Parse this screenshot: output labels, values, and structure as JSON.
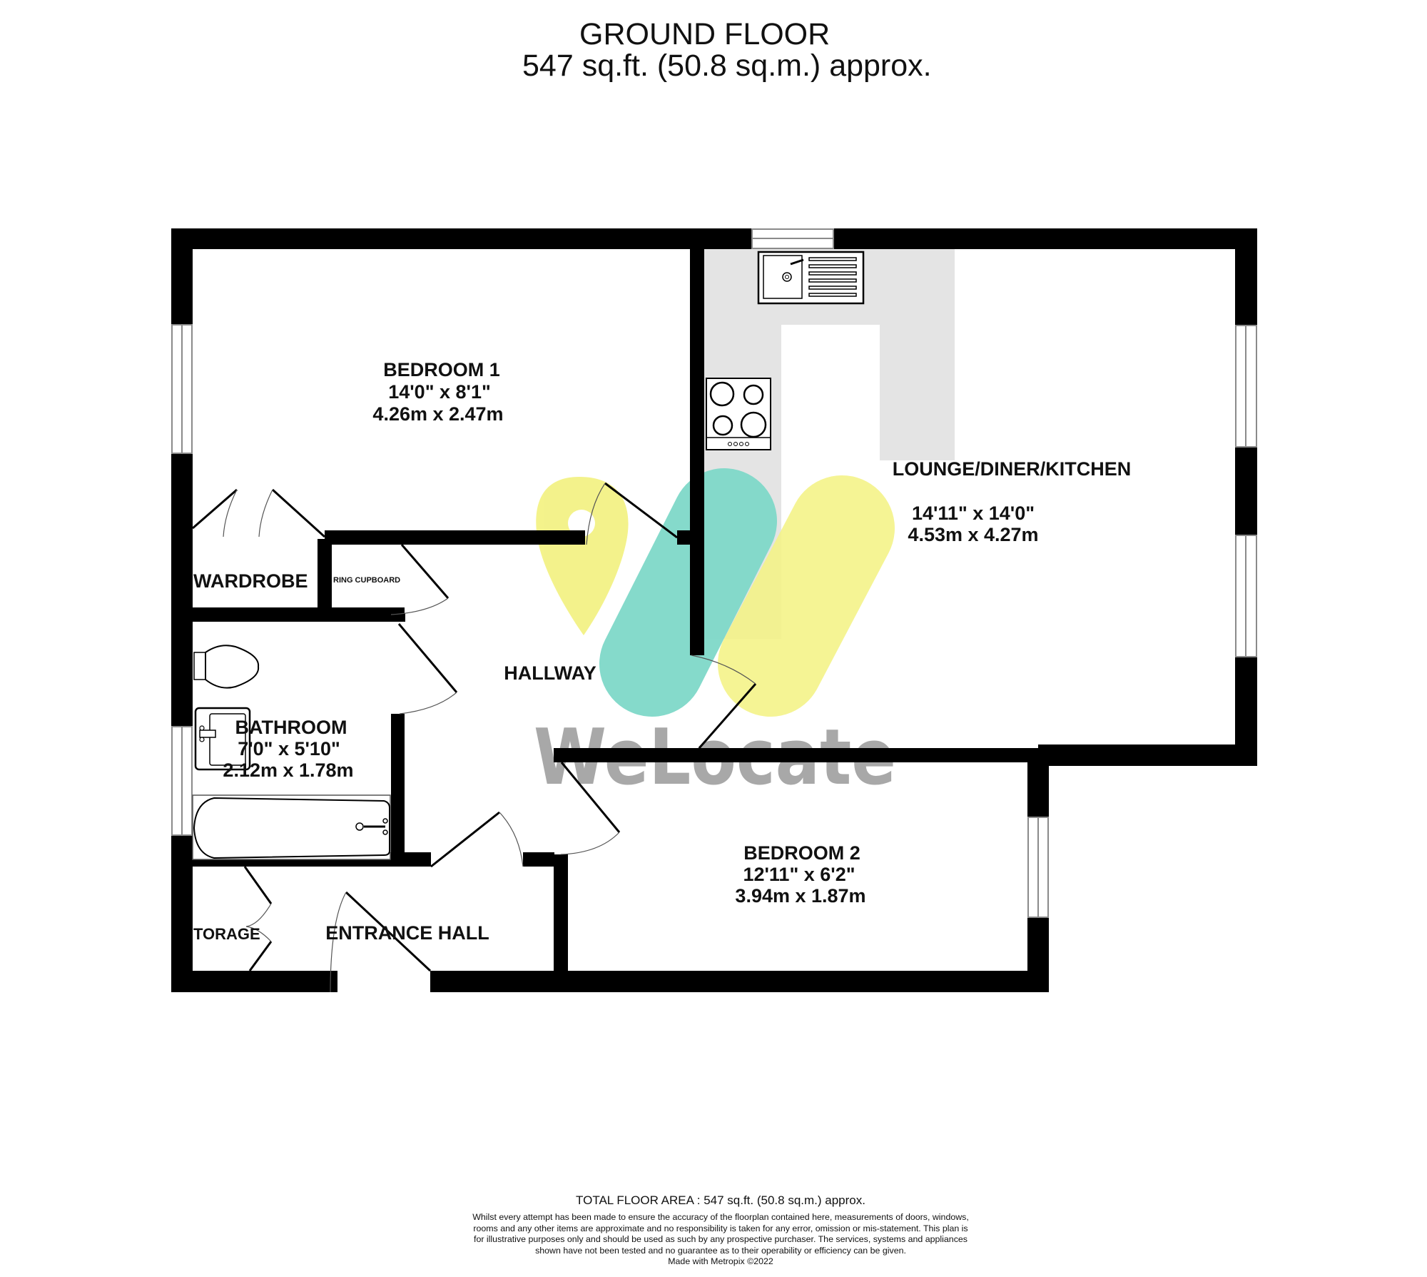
{
  "header": {
    "title": "GROUND FLOOR",
    "subtitle": "547 sq.ft. (50.8 sq.m.) approx."
  },
  "rooms": {
    "bedroom1": {
      "name": "BEDROOM 1",
      "imperial": "14'0\"  x 8'1\"",
      "metric": "4.26m  x 2.47m"
    },
    "lounge": {
      "name": "LOUNGE/DINER/KITCHEN",
      "imperial": "14'11\"  x 14'0\"",
      "metric": "4.53m  x 4.27m"
    },
    "bathroom": {
      "name": "BATHROOM",
      "imperial": "7'0\"  x 5'10\"",
      "metric": "2.12m  x 1.78m"
    },
    "bedroom2": {
      "name": "BEDROOM 2",
      "imperial": "12'11\"  x 6'2\"",
      "metric": "3.94m  x 1.87m"
    },
    "hallway": {
      "name": "HALLWAY"
    },
    "entrance_hall": {
      "name": "ENTRANCE HALL"
    },
    "wardrobe": {
      "name": "WARDROBE"
    },
    "airing_cupboard": {
      "name": "RING CUPBOARD"
    },
    "storage": {
      "name": "TORAGE"
    }
  },
  "fixtures": {
    "kitchen_sink": "sink-icon",
    "hob": "hob-icon",
    "toilet": "toilet-icon",
    "basin": "basin-icon",
    "bath": "bath-icon"
  },
  "watermark": {
    "text": "WeLocate",
    "colors": {
      "yellow": "#f3f285",
      "teal": "#7fd9c9",
      "gray": "#a8a8a8"
    }
  },
  "colors": {
    "wall": "#000000",
    "kitchen_counter": "#e4e4e4",
    "window": "#8a8a8a"
  },
  "footer": {
    "total": "TOTAL FLOOR AREA : 547 sq.ft. (50.8 sq.m.) approx.",
    "disclaimer": "Whilst every attempt has been made to ensure the accuracy of the floorplan contained here, measurements of doors, windows, rooms and any other items are approximate and no responsibility is taken for any error, omission or mis-statement. This plan is for illustrative purposes only and should be used as such by any prospective purchaser. The services, systems and appliances shown have not been tested and no guarantee as to their operability or efficiency can be given.",
    "credit": "Made with Metropix ©2022"
  }
}
